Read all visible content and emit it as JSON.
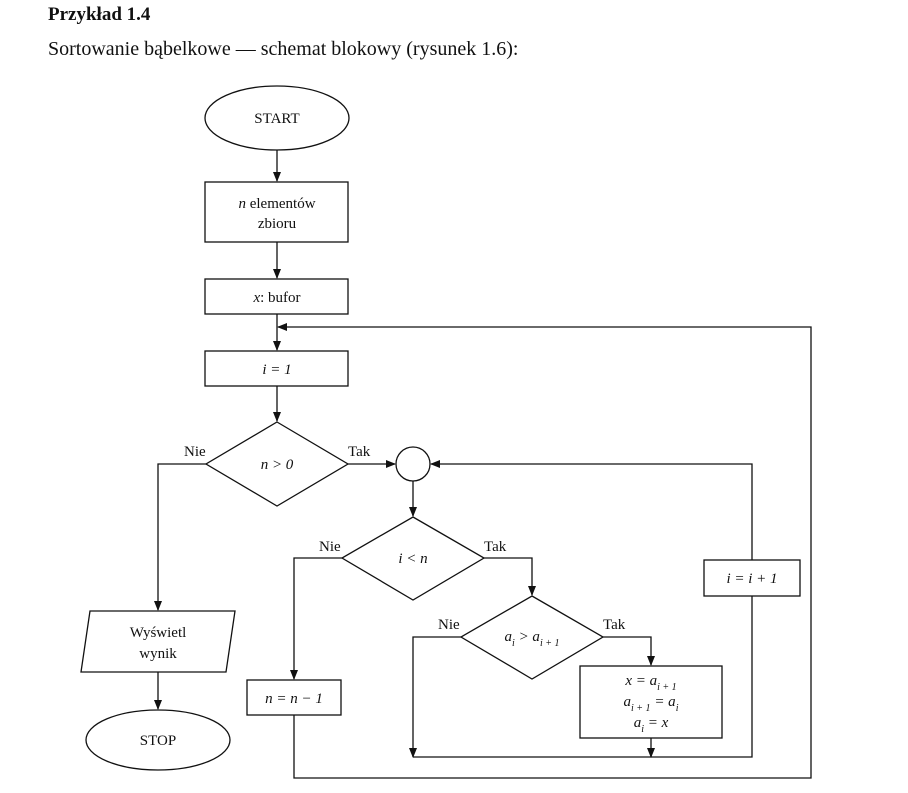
{
  "heading": "Przykład 1.4",
  "caption": "Sortowanie bąbelkowe — schemat blokowy (rysunek 1.6):",
  "nodes": {
    "start": "START",
    "input_n_var": "n",
    "input_line1_rest": " elementów",
    "input_line2": "zbioru",
    "buffer_var": "x",
    "buffer_rest": ": bufor",
    "init_i": "i = 1",
    "cond_n": "n > 0",
    "cond_i": "i < n",
    "cond_a_left": "a",
    "cond_a_sub1": "i",
    "cond_a_mid": " > a",
    "cond_a_sub2": "i + 1",
    "swap1_left": "x = a",
    "swap1_sub": "i + 1",
    "swap2_a": "a",
    "swap2_sub1": "i + 1",
    "swap2_mid": " = a",
    "swap2_sub2": "i",
    "swap3_a": "a",
    "swap3_sub": "i",
    "swap3_rest": " = x",
    "inc_i": "i = i + 1",
    "dec_n": "n = n − 1",
    "output_line1": "Wyświetl",
    "output_line2": "wynik",
    "stop": "STOP"
  },
  "edge_labels": {
    "n_no": "Nie",
    "n_yes": "Tak",
    "i_no": "Nie",
    "i_yes": "Tak",
    "a_no": "Nie",
    "a_yes": "Tak"
  }
}
